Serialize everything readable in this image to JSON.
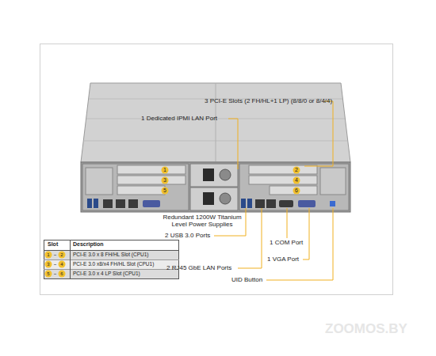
{
  "diagram": {
    "labels": [
      "3 PCI-E Slots (2 FH/HL+1 LP) (8/8/0 or 8/4/4)",
      "1 Dedicated IPMI LAN Port",
      "1",
      "2",
      "3",
      "4",
      "5",
      "6",
      "Redundant 1200W Titanium Level Power Supplies",
      "2 USB 3.0 Ports",
      "1 COM Port",
      "1 VGA Port",
      "2 RJ45 GbE LAN Ports",
      "UID Button",
      "Slot",
      "Description",
      "1",
      "~",
      "2",
      "PCI-E 3.0 x 8 FH/HL Slot (CPU1)",
      "3",
      "~",
      "4",
      "PCI-E 3.0 x8/x4  FH/HL Slot (CPU1)",
      "5",
      "~",
      "6",
      "PCI-E 3.0 x 4 LP Slot (CPU1)",
      "ZOOMOS.BY"
    ]
  }
}
